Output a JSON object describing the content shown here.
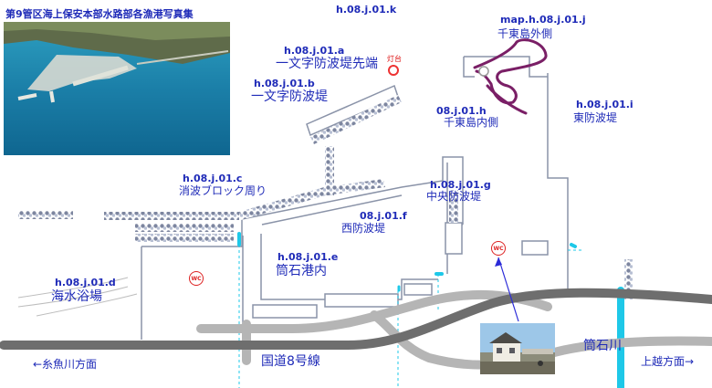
{
  "title": "第9管区海上保安本部水路部各漁港写真集",
  "labels": {
    "code_k": "h.08.j.01.k",
    "code_j": "map.h.08.j.01.j",
    "name_j": "千東島外側",
    "code_a": "h.08.j.01.a",
    "name_a": "一文字防波堤先端",
    "lighthouse": "灯台",
    "code_b": "h.08.j.01.b",
    "name_b": "一文字防波堤",
    "code_h": "08.j.01.h",
    "name_h": "千東島内側",
    "code_i": "h.08.j.01.i",
    "name_i": "東防波堤",
    "code_c": "h.08.j.01.c",
    "name_c": "消波ブロック周り",
    "code_g": "h.08.j.01.g",
    "name_g": "中央防波堤",
    "code_f": "08.j.01.f",
    "name_f": "西防波堤",
    "code_e": "h.08.j.01.e",
    "name_e": "筒石港内",
    "code_d": "h.08.j.01.d",
    "name_d": "海水浴場",
    "wc": "WC",
    "road": "国道8号線",
    "west": "←糸魚川方面",
    "east": "上越方面→",
    "river": "筒石川"
  },
  "colors": {
    "label_blue": "#1f2bb8",
    "road_dark": "#6e6e6e",
    "road_light": "#b5b5b5",
    "river": "#1ec8e8",
    "route_purple": "#7a1f66",
    "breakwater": "#8a93a8",
    "wc_red": "#dd2222"
  }
}
